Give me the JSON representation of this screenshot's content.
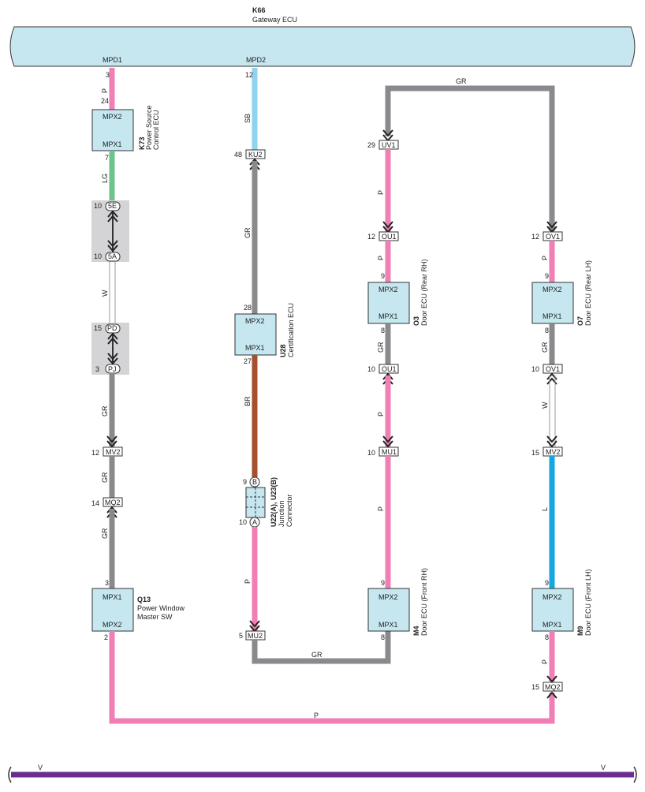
{
  "colors": {
    "bus_fill": "#c6e7f0",
    "ecu_fill": "#c6e7f0",
    "P": "#ef7fb4",
    "SB": "#8fd3f0",
    "GR": "#8a8a8e",
    "LG": "#6cc48c",
    "W": "#ffffff",
    "BR": "#a6502e",
    "L": "#15a8e0",
    "V": "#6b2d8f",
    "junction_bg": "#d4d4d6"
  },
  "gateway": {
    "code": "K66",
    "name": "Gateway ECU",
    "pin_left": "MPD1",
    "pin_right": "MPD2"
  },
  "ecus": {
    "k73": {
      "code": "K73",
      "name1": "Power Source",
      "name2": "Control ECU",
      "top": "MPX2",
      "bottom": "MPX1"
    },
    "u28": {
      "code": "U28",
      "name1": "Certification ECU",
      "top": "MPX2",
      "bottom": "MPX1"
    },
    "o3": {
      "code": "O3",
      "name1": "Door ECU (Rear RH)",
      "top": "MPX2",
      "bottom": "MPX1"
    },
    "o7": {
      "code": "O7",
      "name1": "Door ECU (Rear LH)",
      "top": "MPX2",
      "bottom": "MPX1"
    },
    "q13": {
      "code": "Q13",
      "name1": "Power Window",
      "name2": "Master SW",
      "top": "MPX1",
      "bottom": "MPX2"
    },
    "m4": {
      "code": "M4",
      "name1": "Door ECU (Front RH)",
      "top": "MPX2",
      "bottom": "MPX1"
    },
    "m9": {
      "code": "M9",
      "name1": "Door ECU (Front LH)",
      "top": "MPX2",
      "bottom": "MPX1"
    }
  },
  "junction": {
    "code": "U22(A), U23(B)",
    "name1": "Junction",
    "name2": "Connector",
    "pin_b": "B",
    "pin_a": "A",
    "num_b": "9",
    "num_a": "10"
  },
  "connectors": {
    "5E": "5E",
    "5A": "5A",
    "PD": "PD",
    "PJ": "PJ",
    "MV2": "MV2",
    "MQ2": "MQ2",
    "KU2": "KU2",
    "MU2": "MU2",
    "UV1": "UV1",
    "OU1": "OU1",
    "MU1": "MU1",
    "OV1": "OV1"
  },
  "pins": {
    "p3": "3",
    "p24": "24",
    "p7": "7",
    "p10": "10",
    "p15": "15",
    "p12": "12",
    "p14": "14",
    "p2": "2",
    "p48": "48",
    "p28": "28",
    "p27": "27",
    "p5": "5",
    "p29": "29",
    "p9": "9",
    "p8": "8"
  },
  "wires": {
    "P": "P",
    "LG": "LG",
    "W": "W",
    "GR": "GR",
    "SB": "SB",
    "BR": "BR",
    "L": "L",
    "V": "V"
  }
}
